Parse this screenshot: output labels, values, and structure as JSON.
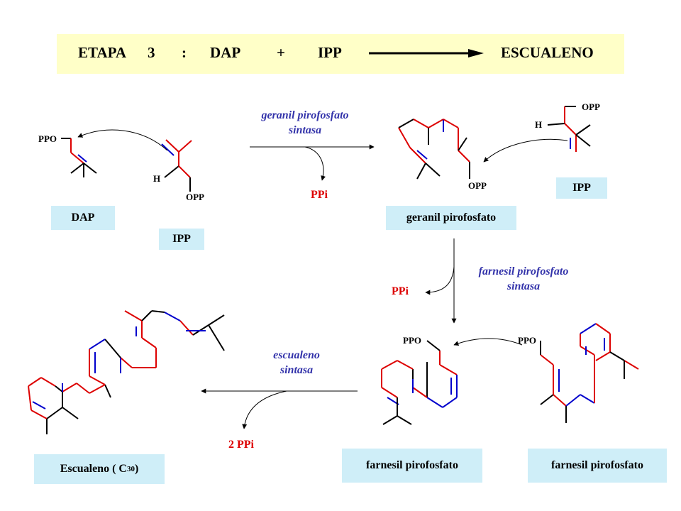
{
  "header": {
    "etapa": "ETAPA",
    "number": "3",
    "colon": ":",
    "reactant1": "DAP",
    "plus": "+",
    "reactant2": "IPP",
    "product": "ESCUALENO"
  },
  "labels": {
    "dap": "DAP",
    "ipp1": "IPP",
    "ipp2": "IPP",
    "geranil": "geranil pirofosfato",
    "farnesil1": "farnesil pirofosfato",
    "farnesil2": "farnesil pirofosfato",
    "escualeno_prefix": "Escualeno  ( C",
    "escualeno_sub": "30",
    "escualeno_suffix": " )"
  },
  "enzymes": {
    "gps_line1": "geranil pirofosfato",
    "gps_line2": "sintasa",
    "fps_line1": "farnesil pirofosfato",
    "fps_line2": "sintasa",
    "sqs_line1": "escualeno",
    "sqs_line2": "sintasa"
  },
  "byproducts": {
    "ppi1": "PPi",
    "ppi2": "PPi",
    "ppi3": "2  PPi"
  },
  "atoms": {
    "ppo": "PPO",
    "opp": "OPP",
    "h": "H"
  },
  "colors": {
    "title_bg": "#ffffc8",
    "label_bg": "#cfeef8",
    "bond_red": "#dd0000",
    "bond_blue": "#0000cc",
    "enzyme_text": "#3333aa",
    "ppi_text": "#dd0000"
  }
}
